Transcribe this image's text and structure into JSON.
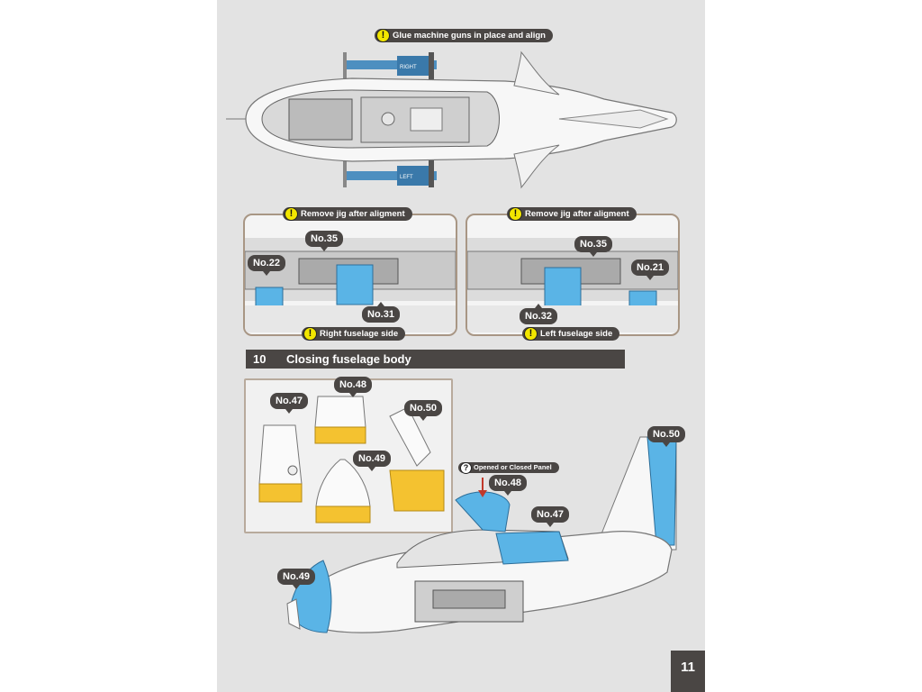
{
  "top_note": "Glue machine guns in place and align",
  "top_labels": {
    "right": "RIGHT",
    "left": "LEFT"
  },
  "left_panel": {
    "note": "Remove jig after aligment",
    "parts": [
      "No.35",
      "No.22",
      "No.31"
    ],
    "caption": "Right fuselage side"
  },
  "right_panel": {
    "note": "Remove jig after aligment",
    "parts": [
      "No.35",
      "No.21",
      "No.32"
    ],
    "caption": "Left fuselage side"
  },
  "section": {
    "number": "10",
    "title": "Closing fuselage body"
  },
  "parts_box": [
    "No.47",
    "No.48",
    "No.50",
    "No.49"
  ],
  "assembly": {
    "panel_note": "Opened or Closed Panel",
    "labels": [
      "No.48",
      "No.47",
      "No.50",
      "No.49"
    ]
  },
  "page_number": "11",
  "colors": {
    "accent_blue": "#5ab4e6",
    "badge": "#4a4644",
    "warn": "#f2e600",
    "resin": "#f4c230"
  }
}
